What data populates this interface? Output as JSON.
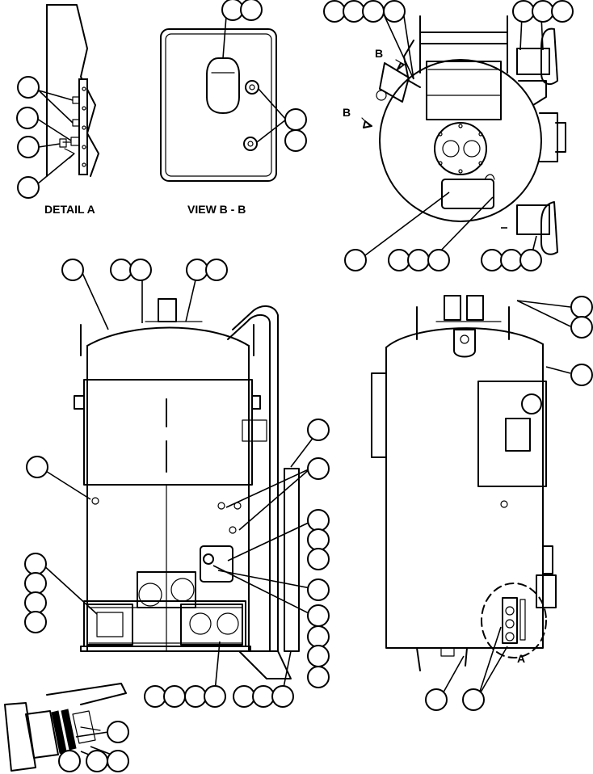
{
  "captions": {
    "detail_a": "DETAIL A",
    "view_bb": "VIEW B - B",
    "section_mark_b": "B",
    "detail_mark_a": "A"
  }
}
